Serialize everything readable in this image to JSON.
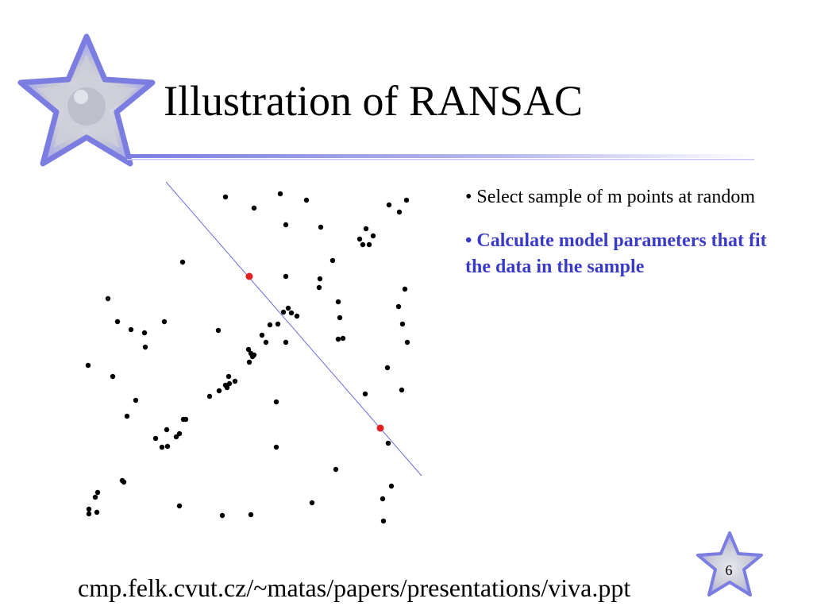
{
  "slide": {
    "title": "Illustration of RANSAC",
    "bullets": [
      {
        "text": "• Select sample of m points at random",
        "color": "#000000"
      },
      {
        "text": "• Calculate model parameters that fit the data in the sample",
        "color": "#3a3ac8"
      }
    ],
    "footer_url": "cmp.felk.cvut.cz/~matas/papers/presentations/viva.ppt",
    "slide_number": "6",
    "logo_icon": "star-logo-icon",
    "accent_color": "#7b7ee0"
  },
  "chart_data": {
    "type": "scatter",
    "xlim": [
      0,
      476
    ],
    "ylim": [
      0,
      474
    ],
    "y_inverted": true,
    "grid": false,
    "points": [
      [
        208,
        36
      ],
      [
        277,
        32
      ],
      [
        244,
        50
      ],
      [
        310,
        40
      ],
      [
        414,
        46
      ],
      [
        427,
        55
      ],
      [
        436,
        40
      ],
      [
        284,
        71
      ],
      [
        328,
        74
      ],
      [
        385,
        76
      ],
      [
        377,
        89
      ],
      [
        394,
        85
      ],
      [
        389,
        96
      ],
      [
        381,
        96
      ],
      [
        154,
        118
      ],
      [
        343,
        116
      ],
      [
        284,
        136
      ],
      [
        327,
        139
      ],
      [
        326,
        150
      ],
      [
        60,
        164
      ],
      [
        281,
        181
      ],
      [
        350,
        168
      ],
      [
        426,
        174
      ],
      [
        434,
        152
      ],
      [
        287,
        176
      ],
      [
        291,
        182
      ],
      [
        298,
        186
      ],
      [
        72,
        193
      ],
      [
        89,
        203
      ],
      [
        131,
        193
      ],
      [
        106,
        207
      ],
      [
        199,
        204
      ],
      [
        274,
        196
      ],
      [
        264,
        197
      ],
      [
        254,
        210
      ],
      [
        259,
        219
      ],
      [
        284,
        219
      ],
      [
        352,
        188
      ],
      [
        350,
        215
      ],
      [
        356,
        214
      ],
      [
        431,
        196
      ],
      [
        437,
        219
      ],
      [
        107,
        225
      ],
      [
        237,
        228
      ],
      [
        240,
        233
      ],
      [
        242,
        237
      ],
      [
        244,
        235
      ],
      [
        238,
        244
      ],
      [
        35,
        248
      ],
      [
        66,
        262
      ],
      [
        212,
        262
      ],
      [
        213,
        271
      ],
      [
        208,
        273
      ],
      [
        210,
        276
      ],
      [
        220,
        268
      ],
      [
        188,
        287
      ],
      [
        200,
        280
      ],
      [
        412,
        251
      ],
      [
        384,
        284
      ],
      [
        430,
        279
      ],
      [
        95,
        292
      ],
      [
        272,
        294
      ],
      [
        84,
        312
      ],
      [
        155,
        316
      ],
      [
        158,
        316
      ],
      [
        134,
        329
      ],
      [
        150,
        334
      ],
      [
        146,
        338
      ],
      [
        120,
        340
      ],
      [
        128,
        351
      ],
      [
        135,
        350
      ],
      [
        272,
        351
      ],
      [
        413,
        346
      ],
      [
        347,
        379
      ],
      [
        78,
        393
      ],
      [
        80,
        395
      ],
      [
        47,
        408
      ],
      [
        44,
        414
      ],
      [
        417,
        400
      ],
      [
        406,
        416
      ],
      [
        150,
        425
      ],
      [
        317,
        421
      ],
      [
        36,
        429
      ],
      [
        46,
        433
      ],
      [
        36,
        435
      ],
      [
        204,
        437
      ],
      [
        240,
        436
      ],
      [
        407,
        444
      ]
    ],
    "sample_points": [
      [
        238,
        136
      ],
      [
        403,
        327
      ]
    ],
    "model_line": [
      [
        133,
        17
      ],
      [
        455,
        387
      ]
    ],
    "point_color": "#000000",
    "sample_color": "#e02020",
    "line_color": "#6a6ad8"
  }
}
